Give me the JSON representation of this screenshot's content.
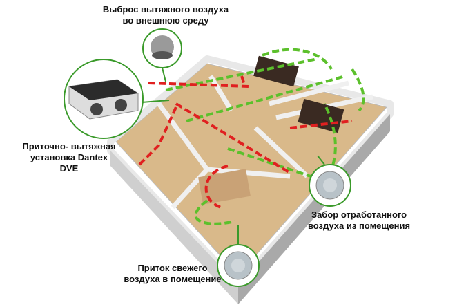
{
  "labels": {
    "exhaust_outlet": [
      "Выброс вытяжного воздуха",
      "во внешнюю среду"
    ],
    "unit": [
      "Приточно- вытяжная",
      "установка Dantex",
      "DVE"
    ],
    "extract": [
      "Забор отработанного",
      "воздуха из помещения"
    ],
    "supply": [
      "Приток свежего",
      "воздуха в помещение"
    ]
  },
  "colors": {
    "supply_arrow": "#e02020",
    "extract_arrow": "#5cc02c",
    "floor": "#d9b98a",
    "wall": "#f2f2f2",
    "callout_ring": "#3a9a2a"
  }
}
